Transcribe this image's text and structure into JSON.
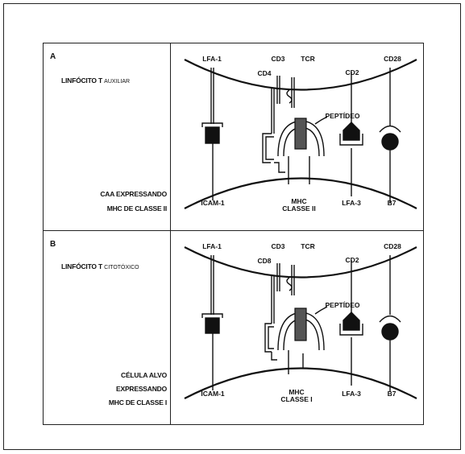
{
  "panels": [
    {
      "letter": "A",
      "top_cell": "LINFÓCITO T",
      "top_cell_sub": "AUXILIAR",
      "bottom_cell_line1": "CAA EXPRESSANDO",
      "bottom_cell_line2": "MHC DE CLASSE II",
      "bottom_cell_line3": "",
      "co_receptor": "CD4",
      "mhc_line1": "MHC",
      "mhc_line2": "CLASSE II"
    },
    {
      "letter": "B",
      "top_cell": "LINFÓCITO T",
      "top_cell_sub": "CITOTÓXICO",
      "bottom_cell_line1": "CÉLULA ALVO",
      "bottom_cell_line2": "EXPRESSANDO",
      "bottom_cell_line3": "MHC DE CLASSE I",
      "co_receptor": "CD8",
      "mhc_line1": "MHC",
      "mhc_line2": "CLASSE I"
    }
  ],
  "molecules": {
    "lfa1": "LFA-1",
    "cd3": "CD3",
    "tcr": "TCR",
    "cd2": "CD2",
    "cd28": "CD28",
    "peptide": "PEPTÍDEO",
    "icam1": "ICAM-1",
    "lfa3": "LFA-3",
    "b7": "B7"
  }
}
